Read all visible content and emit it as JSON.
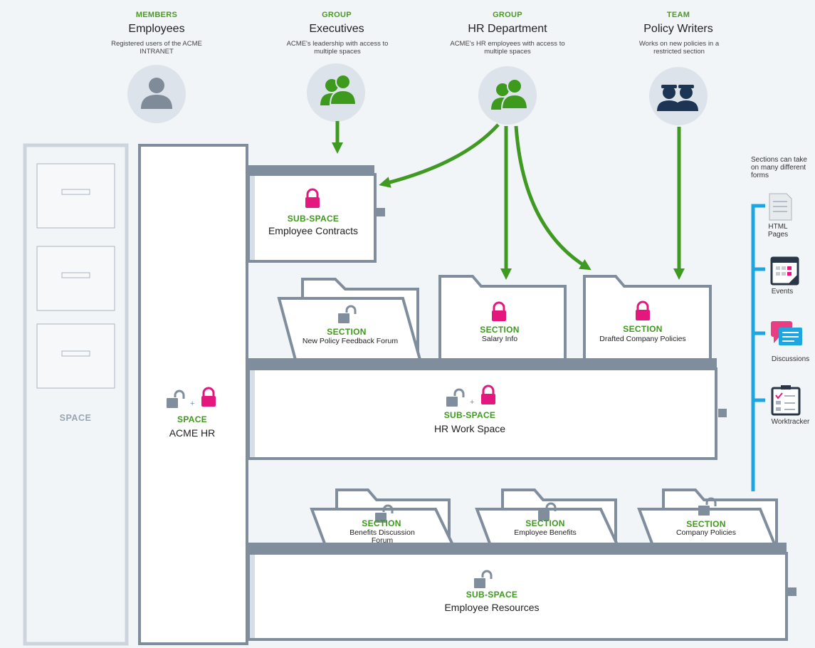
{
  "roles": [
    {
      "kicker": "MEMBERS",
      "title": "Employees",
      "desc": "Registered users of the ACME INTRANET",
      "icon": "single-person-icon"
    },
    {
      "kicker": "GROUP",
      "title": "Executives",
      "desc": "ACME's leadership with access to multiple spaces",
      "icon": "group-people-icon"
    },
    {
      "kicker": "GROUP",
      "title": "HR Department",
      "desc": "ACME's HR employees with access to multiple spaces",
      "icon": "group-people-icon"
    },
    {
      "kicker": "TEAM",
      "title": "Policy Writers",
      "desc": "Works on new policies in a restricted section",
      "icon": "team-people-icon"
    }
  ],
  "space": {
    "gray_label": "SPACE",
    "kicker": "SPACE",
    "name": "ACME HR"
  },
  "subspaces": {
    "contracts": {
      "kicker": "SUB-SPACE",
      "name": "Employee Contracts"
    },
    "hr_work": {
      "kicker": "SUB-SPACE",
      "name": "HR Work Space"
    },
    "resources": {
      "kicker": "SUB-SPACE",
      "name": "Employee Resources"
    }
  },
  "sections": {
    "feedback": {
      "kicker": "SECTION",
      "name": "New Policy Feedback Forum"
    },
    "salary": {
      "kicker": "SECTION",
      "name": "Salary Info"
    },
    "drafted": {
      "kicker": "SECTION",
      "name": "Drafted Company Policies"
    },
    "benefits_forum": {
      "kicker": "SECTION",
      "name": "Benefits Discussion Forum"
    },
    "benefits": {
      "kicker": "SECTION",
      "name": "Employee Benefits"
    },
    "policies": {
      "kicker": "SECTION",
      "name": "Company Policies"
    }
  },
  "sidebar": {
    "intro": "Sections can take on many different forms",
    "items": [
      {
        "label": "HTML Pages",
        "icon": "html-page-icon"
      },
      {
        "label": "Events",
        "icon": "calendar-icon"
      },
      {
        "label": "Discussions",
        "icon": "chat-bubbles-icon"
      },
      {
        "label": "Worktracker",
        "icon": "checklist-icon"
      }
    ]
  },
  "colors": {
    "green": "#3d9a1c",
    "magenta": "#e3177e",
    "gray": "#8896a6",
    "blue": "#1fa6e0",
    "navy": "#1d3554"
  }
}
